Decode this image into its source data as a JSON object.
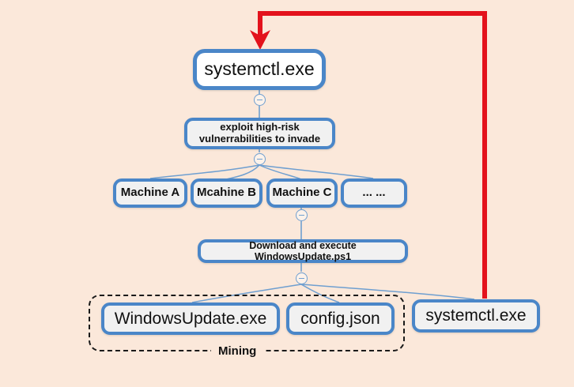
{
  "diagram": {
    "title": "Attack chain process tree",
    "background_color": "#fbe8da",
    "node_border_color": "#4a86c8",
    "arrow_color": "#e3121c",
    "group_border_color": "#1a1a1a"
  },
  "nodes": {
    "root": {
      "label": "systemctl.exe"
    },
    "exploit": {
      "label": "exploit high-risk\nvulnerrabilities to invade",
      "line1": "exploit high-risk",
      "line2": "vulnerrabilities to invade"
    },
    "machine_a": {
      "label": "Machine A"
    },
    "machine_b": {
      "label": "Mcahine B"
    },
    "machine_c": {
      "label": "Machine C"
    },
    "machine_more": {
      "label": "... ..."
    },
    "download": {
      "label": "Download and execute WindowsUpdate.ps1"
    },
    "windowsupdate": {
      "label": "WindowsUpdate.exe"
    },
    "config": {
      "label": "config.json"
    },
    "systemctl_child": {
      "label": "systemctl.exe"
    }
  },
  "group": {
    "mining_label": "Mining"
  },
  "icons": {
    "collapse": "collapse-minus-icon",
    "arrow": "red-loop-arrow-icon"
  }
}
